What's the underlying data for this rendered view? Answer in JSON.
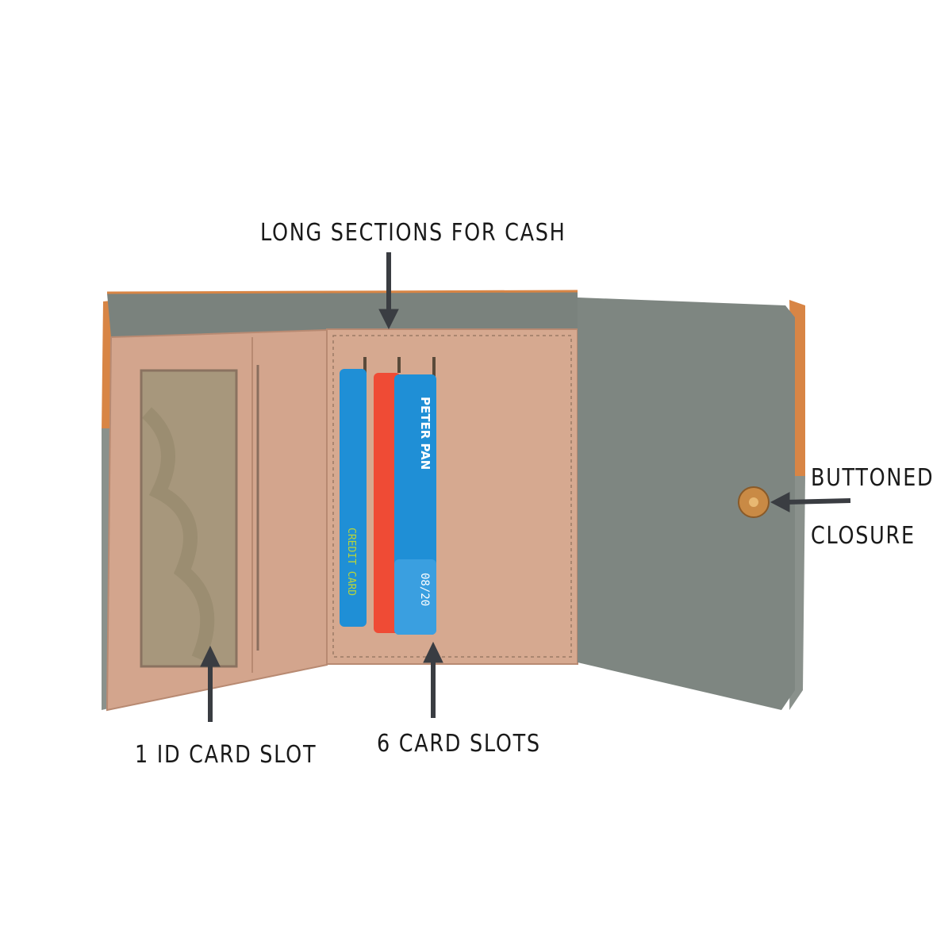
{
  "annotations": {
    "cash": "LONG SECTIONS FOR CASH",
    "closure_line1": "BUTTONED",
    "closure_line2": "CLOSURE",
    "id_slot": "1 ID CARD SLOT",
    "card_slots": "6 CARD SLOTS"
  },
  "cards": {
    "left_card": "CREDIT CARD",
    "front_card_name": "PETER PAN",
    "front_card_expiry": "08/20"
  },
  "colors": {
    "gray_leather": "#7e8681",
    "pink_leather": "#d3a58d",
    "orange_edge": "#d88545",
    "arrow": "#3a3d42",
    "card_blue": "#1f8fd6",
    "card_red": "#ef4b35",
    "button_gold": "#c98a45"
  }
}
